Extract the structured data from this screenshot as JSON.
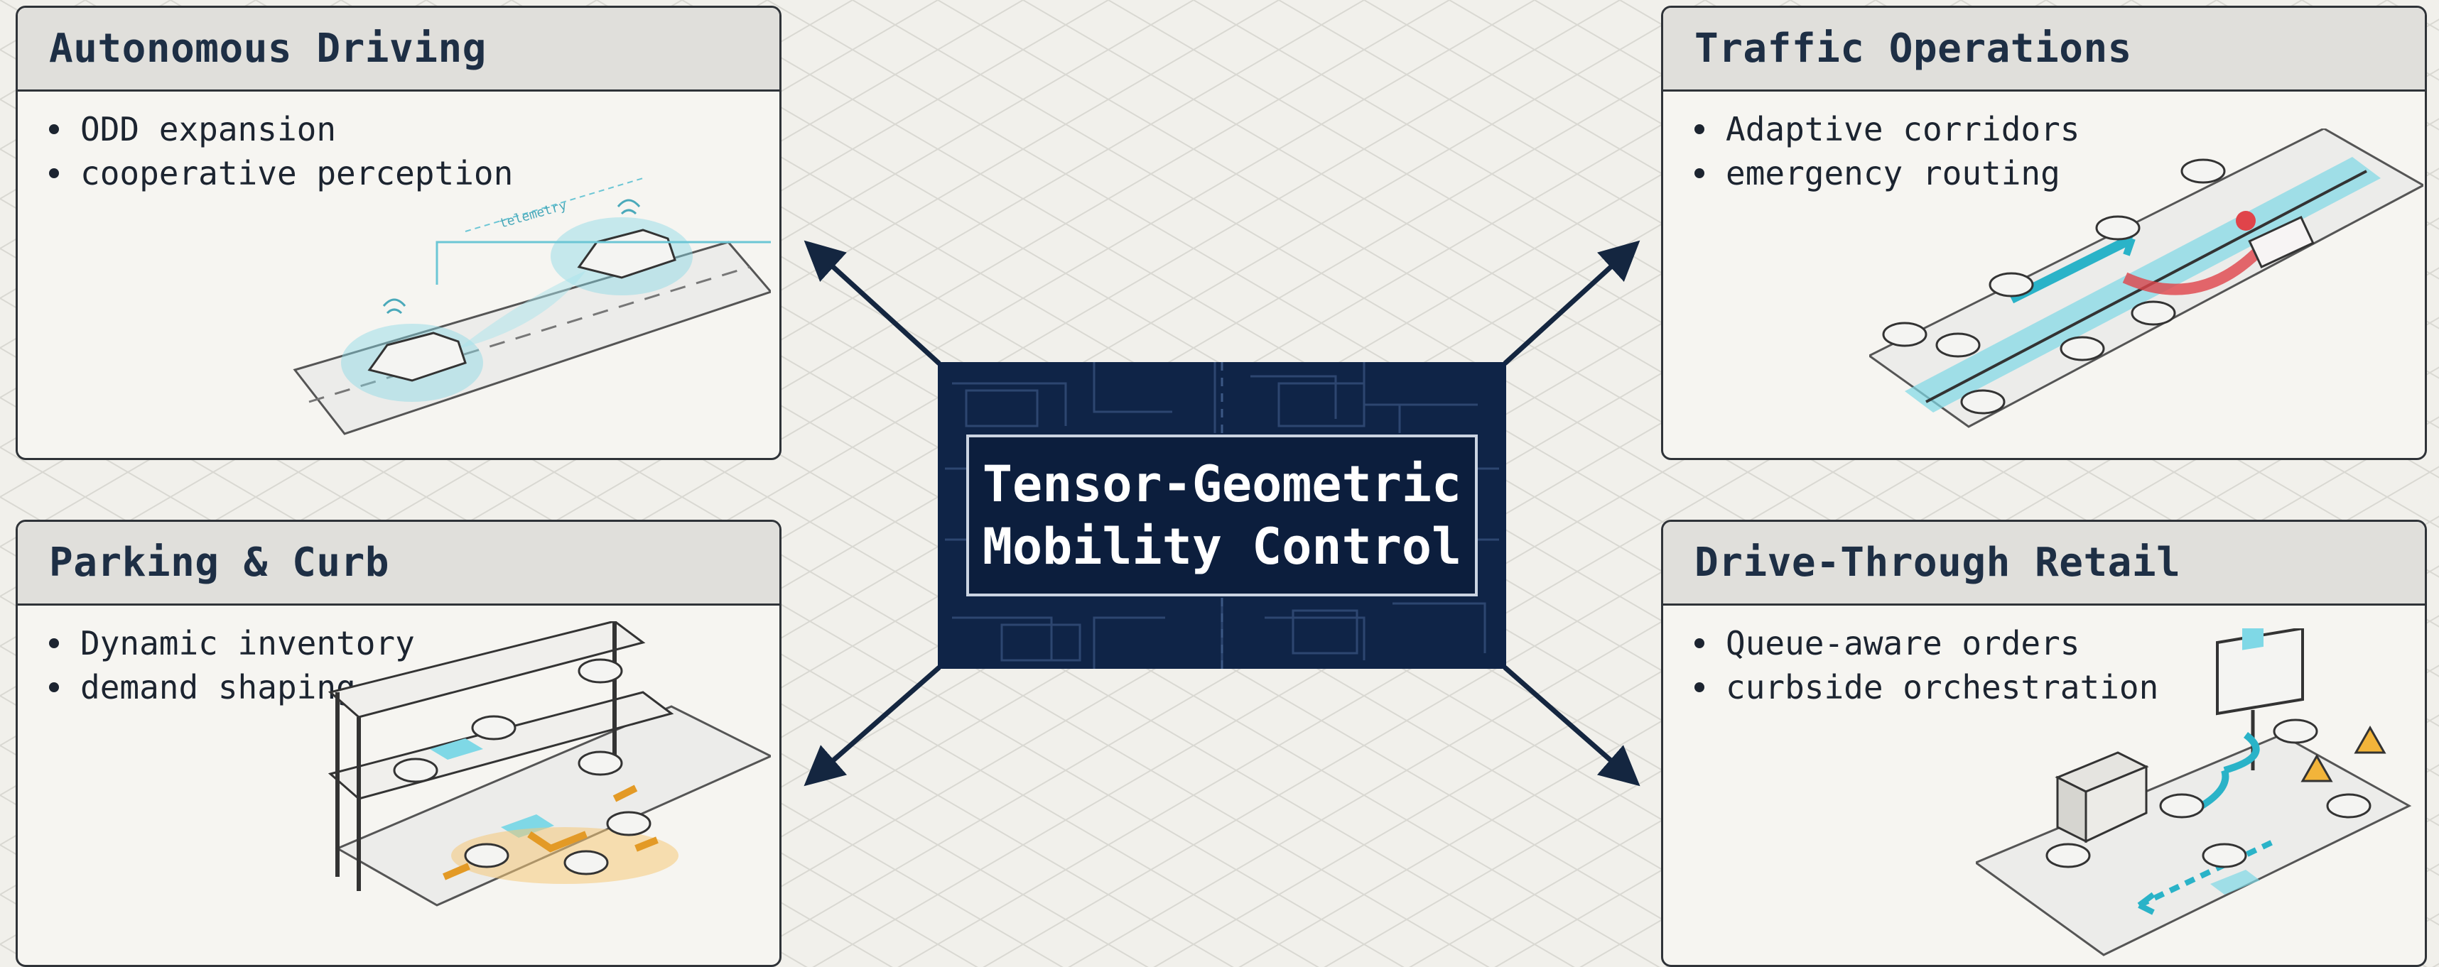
{
  "center": {
    "title_line1": "Tensor-Geometric",
    "title_line2": "Mobility Control"
  },
  "panels": [
    {
      "title": "Autonomous Driving",
      "bullets": [
        "ODD expansion",
        "cooperative perception"
      ],
      "illustration_text": "telemetry"
    },
    {
      "title": "Traffic Operations",
      "bullets": [
        "Adaptive corridors",
        "emergency routing"
      ]
    },
    {
      "title": "Parking & Curb",
      "bullets": [
        "Dynamic inventory",
        "demand shaping"
      ]
    },
    {
      "title": "Drive-Through Retail",
      "bullets": [
        "Queue-aware orders",
        "curbside orchestration"
      ]
    }
  ],
  "colors": {
    "navy": "#0f2447",
    "panel_border": "#2f3338",
    "header_bg": "#e0dfdb",
    "cyan": "#5fd0e0",
    "orange": "#f0a23a",
    "red": "#e0444a"
  }
}
